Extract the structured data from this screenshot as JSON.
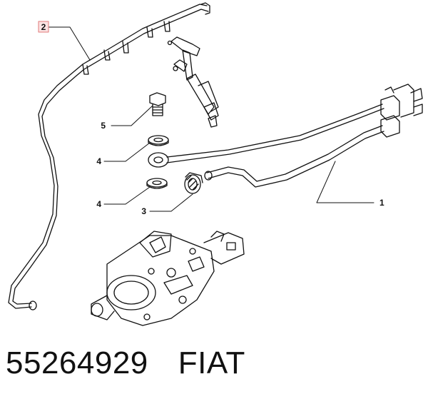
{
  "callouts": [
    {
      "label": "2",
      "highlighted": true
    },
    {
      "label": "5",
      "highlighted": false
    },
    {
      "label": "4",
      "highlighted": false
    },
    {
      "label": "4",
      "highlighted": false
    },
    {
      "label": "3",
      "highlighted": false
    },
    {
      "label": "1",
      "highlighted": false
    }
  ],
  "footer": {
    "part_number": "55264929",
    "brand": "FIAT"
  },
  "colors": {
    "line": "#111111",
    "highlight_border": "#e07a7a",
    "highlight_fill": "#fbe3e3",
    "background": "#ffffff"
  }
}
